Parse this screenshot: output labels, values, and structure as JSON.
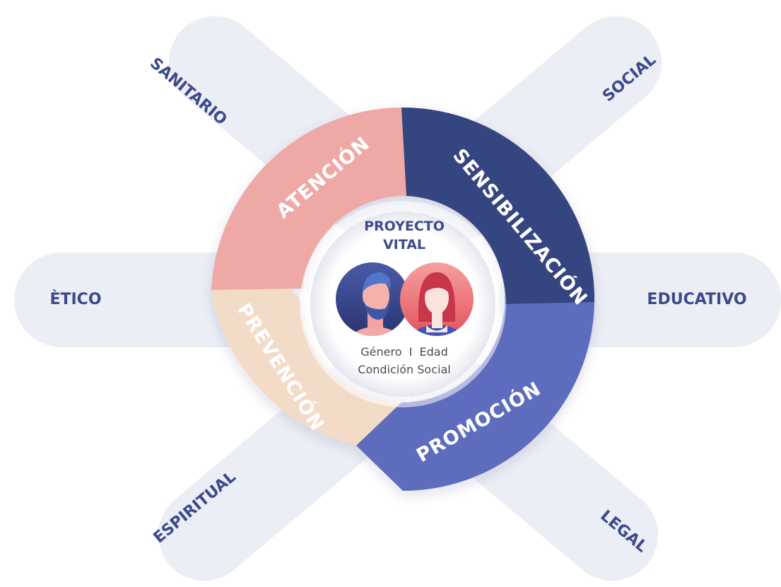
{
  "domains": {
    "sanitario": "SANITARIO",
    "social": "SOCIAL",
    "etico": "ÈTICO",
    "educativo": "EDUCATIVO",
    "espiritual": "ESPIRITUAL",
    "legal": "LEGAL"
  },
  "cycle": {
    "atencion": "ATENCIÓN",
    "sensibilizacion": "SENSIBILIZACIÓN",
    "promocion": "PROMOCIÓN",
    "prevencion": "PREVENCIÓN"
  },
  "center": {
    "title_line1": "PROYECTO",
    "title_line2": "VITAL",
    "subtitle_line1": "Género  I  Edad",
    "subtitle_line2": "Condición Social"
  },
  "icons": {
    "man": "man-avatar-icon",
    "woman": "woman-avatar-icon"
  },
  "colors": {
    "pill": "#eceef5",
    "pill_text": "#3c4a8c",
    "atencion": "#eea9a6",
    "sensibilizacion": "#36447f",
    "promocion": "#5d6cbd",
    "prevencion": "#f2dcc8",
    "center_title": "#3c4a8c"
  }
}
